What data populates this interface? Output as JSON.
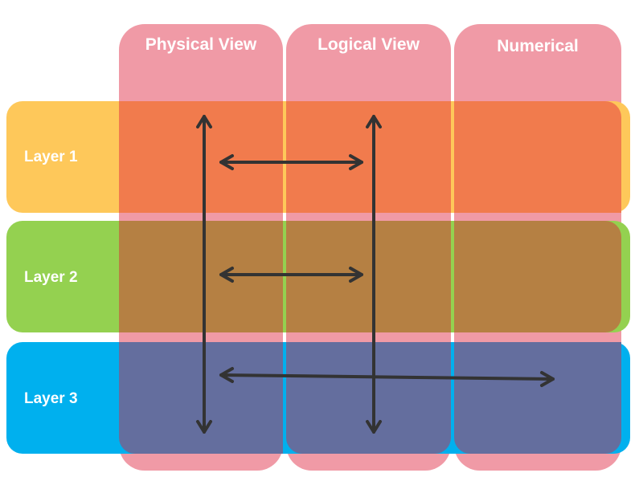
{
  "columns": [
    {
      "label": "Physical View"
    },
    {
      "label": "Logical View"
    },
    {
      "label": "Numerical"
    }
  ],
  "rows": [
    {
      "label": "Layer 1"
    },
    {
      "label": "Layer 2"
    },
    {
      "label": "Layer 3"
    }
  ],
  "colors": {
    "column": "#f09aa6",
    "layer1": "#fec85a",
    "layer2": "#94d150",
    "layer3": "#00b0ee",
    "layer1_overlap": "#f17b4d",
    "layer2_overlap": "#b58043",
    "layer3_overlap": "#646e9e",
    "arrow": "#333333",
    "text": "#ffffff"
  },
  "arrows": [
    {
      "name": "physical-vertical-arrow",
      "from": "Layer 1 / Physical View",
      "to": "Layer 3 / Physical View",
      "bidirectional": true
    },
    {
      "name": "logical-vertical-arrow",
      "from": "Layer 1 / Logical View",
      "to": "Layer 3 / Logical View",
      "bidirectional": true
    },
    {
      "name": "layer1-horizontal-arrow",
      "from": "Layer 1 / Physical View",
      "to": "Layer 1 / Logical View",
      "bidirectional": true
    },
    {
      "name": "layer2-horizontal-arrow",
      "from": "Layer 2 / Physical View",
      "to": "Layer 2 / Logical View",
      "bidirectional": true
    },
    {
      "name": "layer3-horizontal-arrow",
      "from": "Layer 3 / Physical View",
      "to": "Layer 3 / Numerical",
      "bidirectional": true
    }
  ]
}
